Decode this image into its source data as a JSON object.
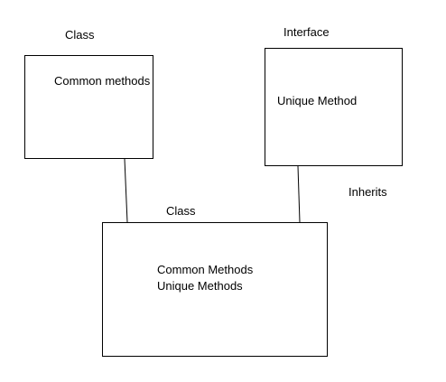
{
  "diagram": {
    "base_class": {
      "label": "Class",
      "content": "Common methods"
    },
    "interface": {
      "label": "Interface",
      "content": "Unique Method"
    },
    "relationship_label": "Inherits",
    "derived_class": {
      "label": "Class",
      "content_line1": "Common Methods",
      "content_line2": "Unique Methods"
    },
    "colors": {
      "line": "#000000",
      "background": "#ffffff"
    }
  }
}
